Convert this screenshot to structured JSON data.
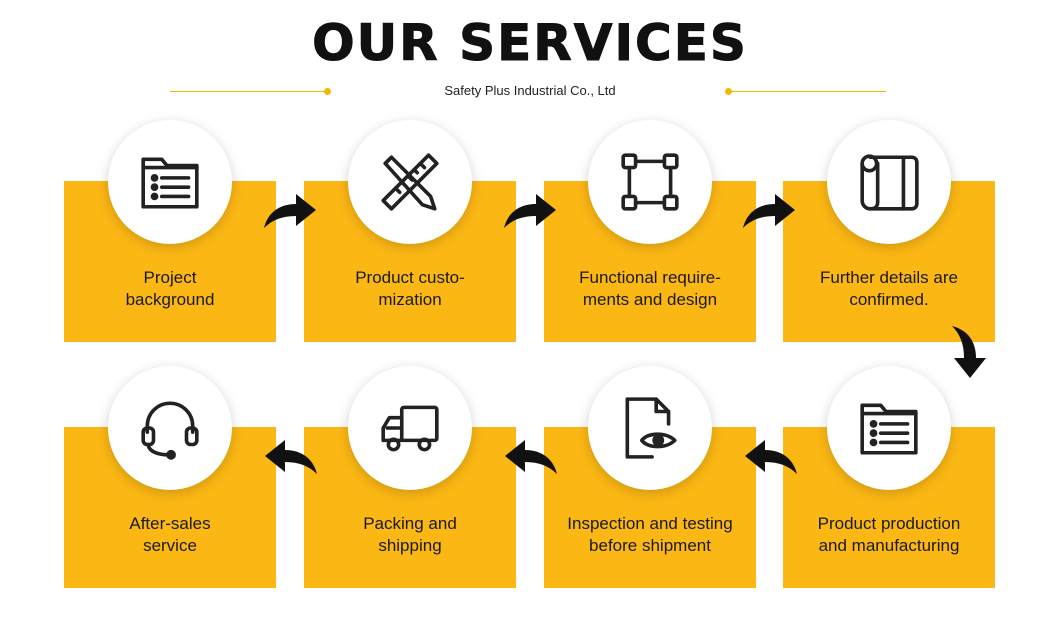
{
  "header": {
    "title": "OUR SERVICES",
    "subtitle": "Safety Plus Industrial Co., Ltd"
  },
  "colors": {
    "accent": "#fbb714",
    "rule": "#f5b800",
    "text": "#1a1a1a"
  },
  "steps": [
    {
      "label": "Project\nbackground",
      "icon": "folder-list-icon"
    },
    {
      "label": "Product custo-\nmization",
      "icon": "pencil-ruler-icon"
    },
    {
      "label": "Functional require-\nments and design",
      "icon": "vector-frame-icon"
    },
    {
      "label": "Further details are\nconfirmed.",
      "icon": "blueprint-scroll-icon"
    },
    {
      "label": "Product production\nand manufacturing",
      "icon": "folder-list-icon"
    },
    {
      "label": "Inspection and testing\nbefore shipment",
      "icon": "document-eye-icon"
    },
    {
      "label": "Packing and\nshipping",
      "icon": "delivery-truck-icon"
    },
    {
      "label": "After-sales\nservice",
      "icon": "headset-icon"
    }
  ]
}
